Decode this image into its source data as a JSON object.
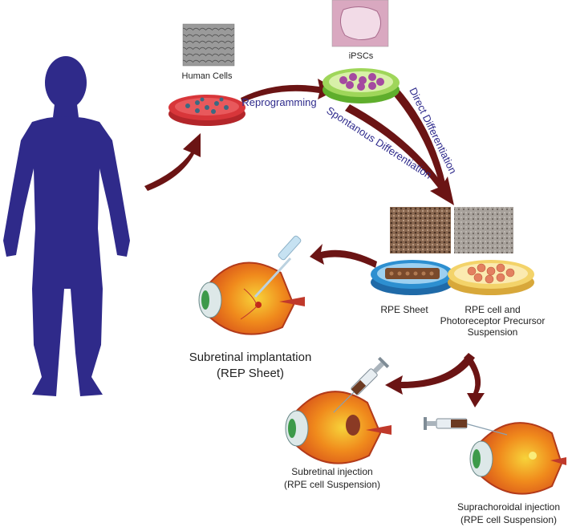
{
  "labels": {
    "human_cells": "Human Cells",
    "ipscs": "iPSCs",
    "reprogramming": "Reprogramming",
    "direct_differentiation": "Direct Differentiation",
    "spontaneous_differentiation": "Spontanous Differentiation",
    "rpe_sheet": "RPE Sheet",
    "rpe_suspension_line1": "RPE cell and",
    "rpe_suspension_line2": "Photoreceptor Precursor",
    "rpe_suspension_line3": "Suspension",
    "subretinal_implantation_line1": "Subretinal implantation",
    "subretinal_implantation_line2": "(REP Sheet)",
    "subretinal_injection_line1": "Subretinal injection",
    "subretinal_injection_line2": "(RPE cell Suspension)",
    "suprachoroidal_injection_line1": "Suprachoroidal injection",
    "suprachoroidal_injection_line2": "(RPE cell Suspension)"
  },
  "colors": {
    "silhouette": "#2f2a8a",
    "arrow": "#6b1414",
    "process_label": "#2e2a8c",
    "dish_red": "#d8363a",
    "dish_green": "#9fd65a",
    "dish_blue": "#2d8fd0",
    "dish_yellow": "#f3d36a"
  },
  "icons": [
    "human-silhouette-icon",
    "petri-dish-icon",
    "micrograph-icon",
    "eye-cross-section-icon",
    "syringe-icon",
    "pipette-icon"
  ]
}
